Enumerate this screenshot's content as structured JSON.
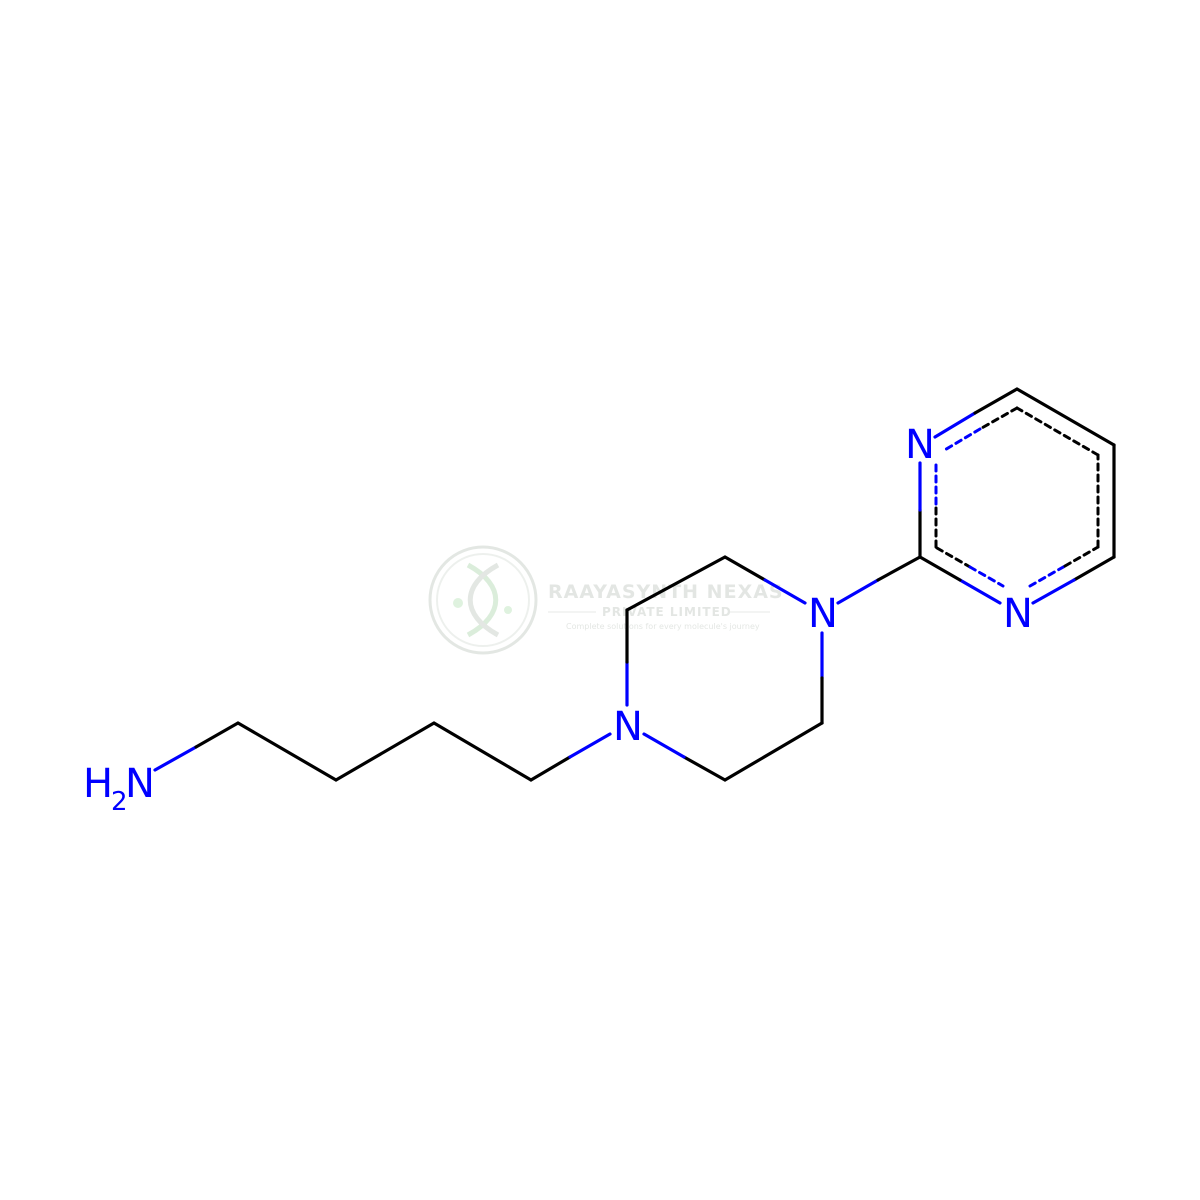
{
  "colors": {
    "background": "#ffffff",
    "carbon_bond": "#000000",
    "nitrogen": "#0000ff",
    "watermark": "#d9dfd9"
  },
  "atoms": {
    "amine_h": "H",
    "amine_h_count": "2",
    "amine_n": "N",
    "piperazine_n1": "N",
    "piperazine_n4": "N",
    "pyrimidine_n1": "N",
    "pyrimidine_n3": "N"
  },
  "watermark": {
    "company": "RAAYASYNTH NEXAS",
    "subtitle": "PRIVATE LIMITED",
    "tagline": "Complete solutions for every molecule's journey",
    "logo_icon": "dna-helix-logo-icon"
  }
}
